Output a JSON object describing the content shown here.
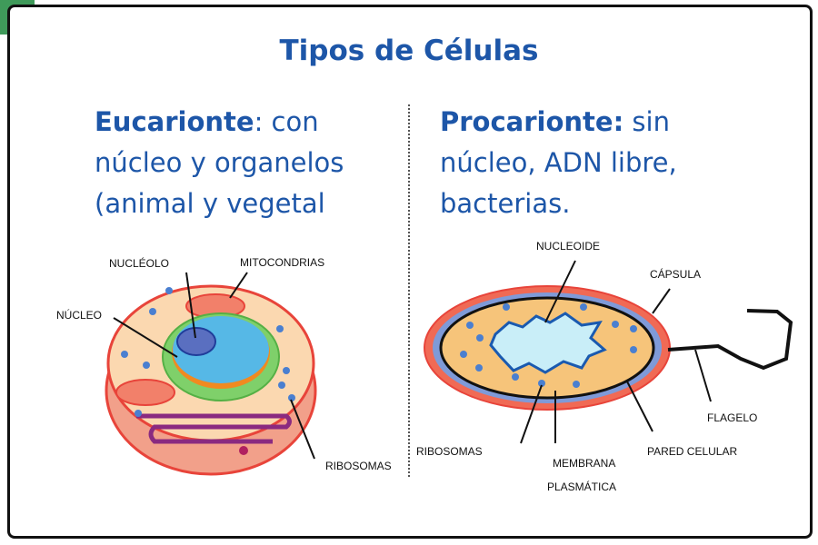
{
  "title": "Tipos de Células",
  "eukaryote": {
    "term": "Eucarionte",
    "description": ": con núcleo y organelos (animal y vegetal",
    "labels": {
      "nucleolus": "NUCLÉOLO",
      "mitochondria": "MITOCONDRIAS",
      "nucleus": "NÚCLEO",
      "ribosomes": "RIBOSOMAS"
    }
  },
  "prokaryote": {
    "term": "Procarionte:",
    "description": " sin núcleo, ADN libre, bacterias.",
    "labels": {
      "nucleoid": "NUCLEOIDE",
      "capsule": "CÁPSULA",
      "flagellum": "FLAGELO",
      "cell_wall": "PARED CELULAR",
      "ribosomes": "RIBOSOMAS",
      "membrane_1": "MEMBRANA",
      "membrane_2": "PLASMÁTICA"
    }
  },
  "colors": {
    "title": "#1d56a8",
    "corner": "#3f9a5a"
  }
}
